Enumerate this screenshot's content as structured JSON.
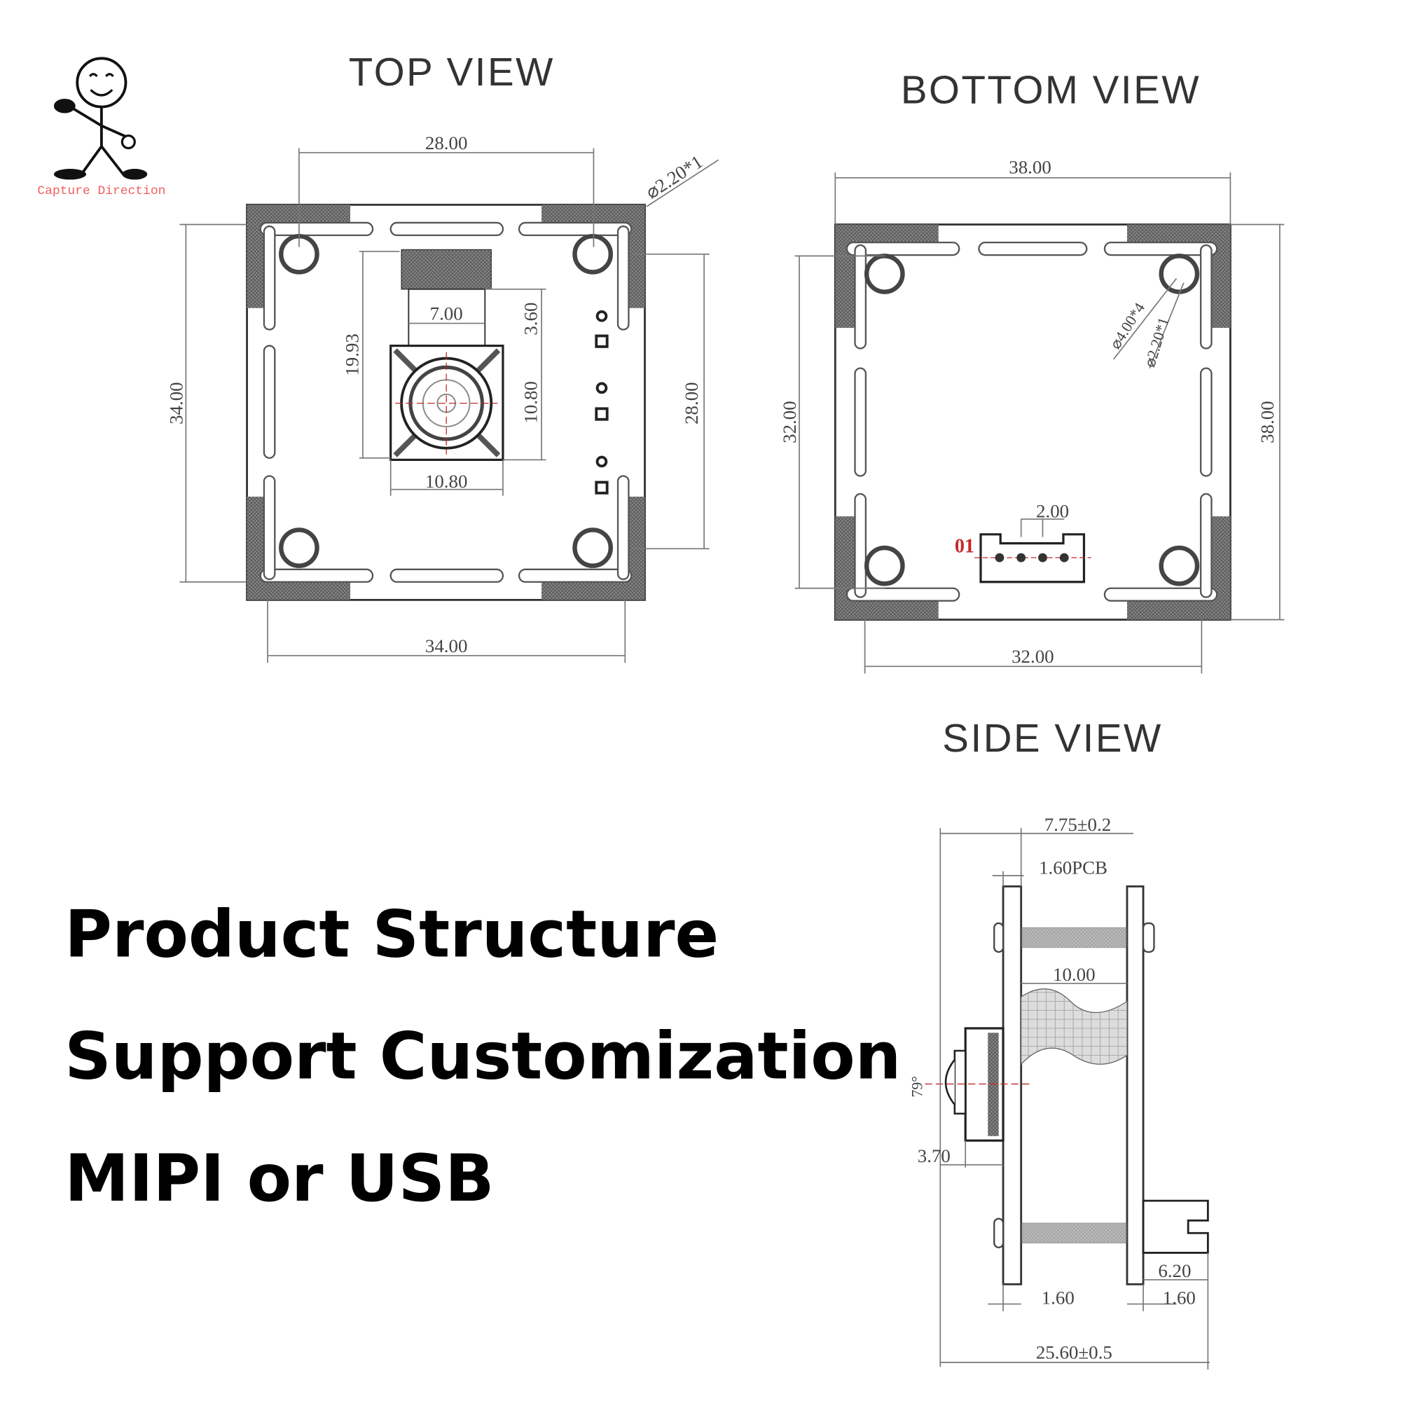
{
  "logo": {
    "caption": "Capture Direction"
  },
  "top_view": {
    "title": "TOP VIEW",
    "dims": {
      "top_width": "28.00",
      "hole": "⌀2.20*1",
      "fpc_width": "7.00",
      "sensor_offset": "3.60",
      "sensor_height": "19.93",
      "sensor_size_v": "10.80",
      "sensor_size_h": "10.80",
      "board_height": "34.00",
      "hole_spacing_v": "28.00",
      "board_width": "34.00"
    }
  },
  "bottom_view": {
    "title": "BOTTOM  VIEW",
    "dims": {
      "board_width": "38.00",
      "hole_outer": "⌀4.00*4",
      "hole_inner": "⌀2.20*1",
      "hole_spacing_v": "32.00",
      "board_height": "38.00",
      "pin_pitch": "2.00",
      "pin1": "01",
      "hole_spacing_h": "32.00"
    }
  },
  "side_view": {
    "title": "SIDE VIEW",
    "dims": {
      "module_thickness": "7.75±0.2",
      "pcb": "1.60PCB",
      "spacer": "10.00",
      "fov": "79°",
      "lens": "3.70",
      "connector": "6.20",
      "pcb_left": "1.60",
      "pcb_right": "1.60",
      "total": "25.60±0.5"
    }
  },
  "features": [
    "Product Structure",
    "Support Customization",
    "MIPI or USB"
  ]
}
